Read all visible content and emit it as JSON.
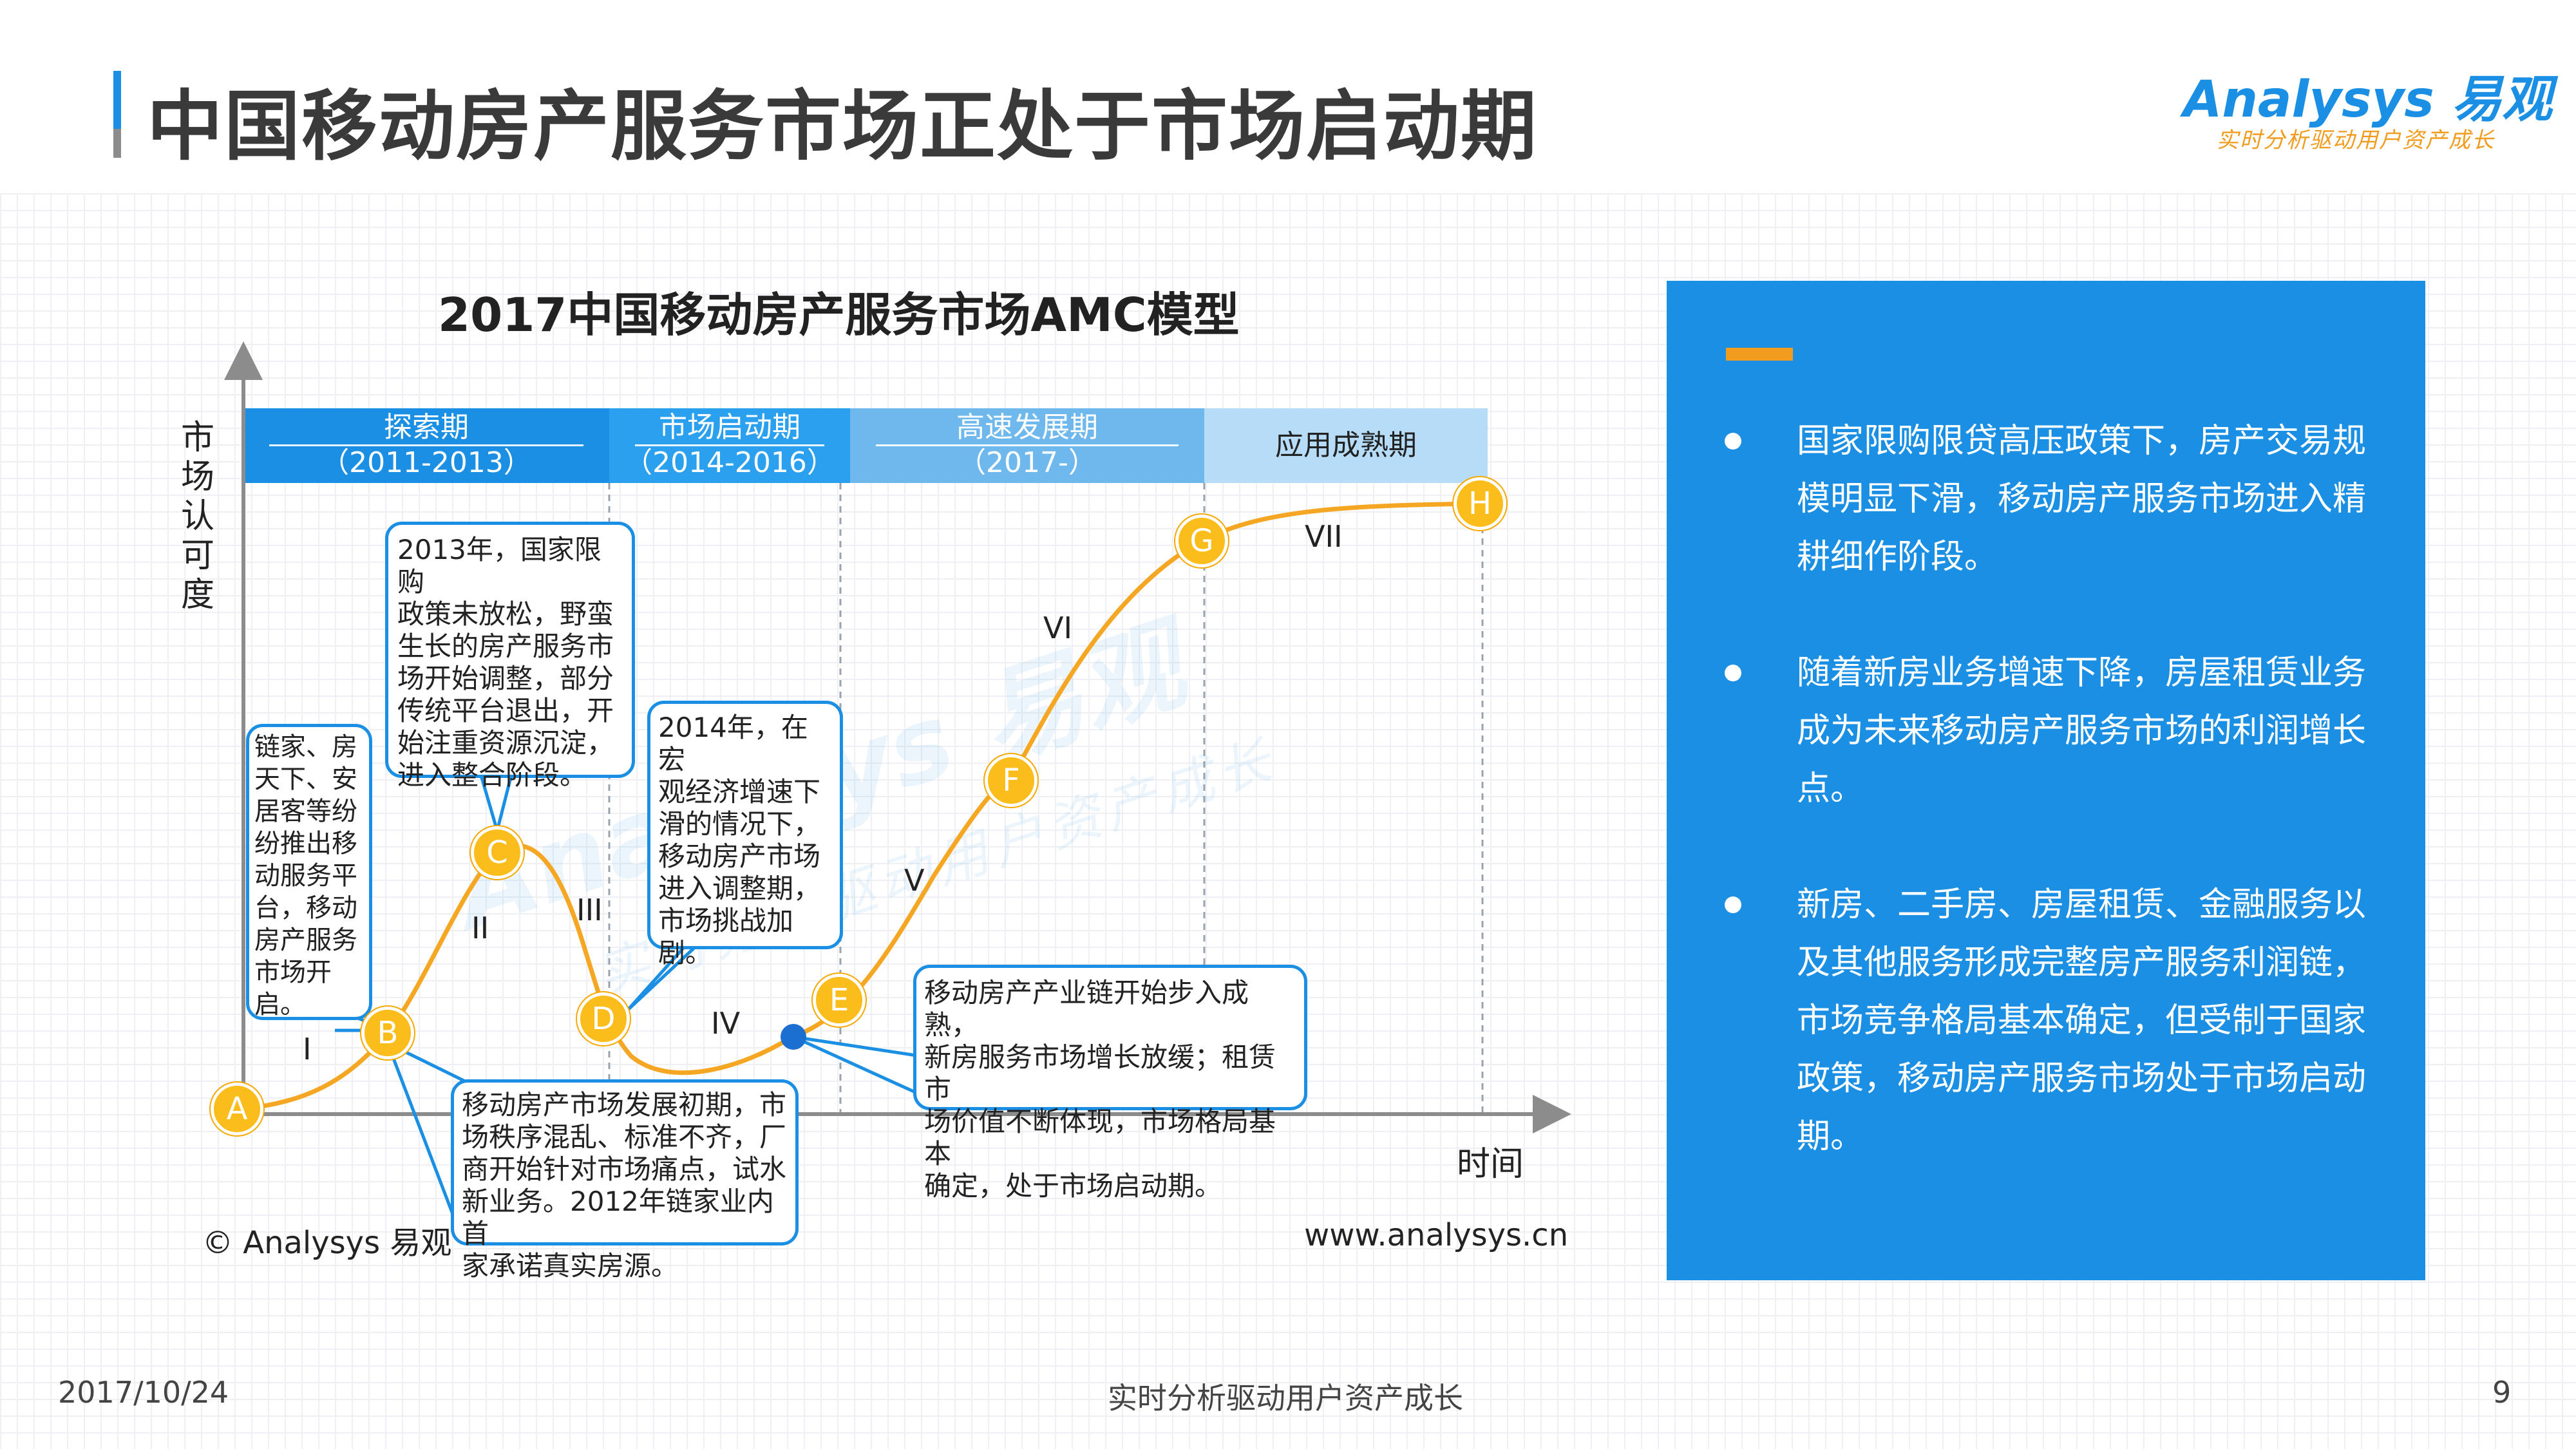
{
  "header": {
    "title": "中国移动房产服务市场正处于市场启动期",
    "logo_main": "Analysys 易观",
    "logo_sub": "实时分析驱动用户资产成长"
  },
  "diagram": {
    "title": "2017中国移动房产服务市场AMC模型",
    "y_axis_label": "市场认可度",
    "x_axis_label": "时间",
    "phases": [
      {
        "name": "探索期",
        "years": "（2011-2013）",
        "color": "#1a8fe3"
      },
      {
        "name": "市场启动期",
        "years": "（2014-2016）",
        "color": "#2aa0ef"
      },
      {
        "name": "高速发展期",
        "years": "（2017-）",
        "color": "#6fb8ee"
      },
      {
        "name": "应用成熟期",
        "years": "",
        "color": "#b6dcf7"
      }
    ],
    "points": [
      "A",
      "B",
      "C",
      "D",
      "E",
      "F",
      "G",
      "H"
    ],
    "stages": [
      "I",
      "II",
      "III",
      "IV",
      "V",
      "VI",
      "VII"
    ],
    "callouts": {
      "b": "链家、房\n天下、安\n居客等纷\n纷推出移\n动服务平\n台，移动\n房产服务\n市场开\n启。",
      "c": "2013年，国家限购\n政策未放松，野蛮\n生长的房产服务市\n场开始调整，部分\n传统平台退出，开\n始注重资源沉淀，\n进入整合阶段。",
      "d": "2014年，在宏\n观经济增速下\n滑的情况下，\n移动房产市场\n进入调整期，\n市场挑战加\n剧。",
      "e": "移动房产产业链开始步入成熟，\n新房服务市场增长放缓；租赁市\n场价值不断体现，市场格局基本\n确定，处于市场启动期。",
      "a": "移动房产市场发展初期，市\n场秩序混乱、标准不齐，厂\n商开始针对市场痛点，试水\n新业务。2012年链家业内首\n家承诺真实房源。"
    },
    "copyright": "© Analysys 易观",
    "website": "www.analysys.cn",
    "curve_color": "#f5a623",
    "marker_color": "#1a6fd0"
  },
  "panel": {
    "bullets": [
      "国家限购限贷高压政策下，房产交易规模明显下滑，移动房产服务市场进入精耕细作阶段。",
      "随着新房业务增速下降，房屋租赁业务成为未来移动房产服务市场的利润增长点。",
      "新房、二手房、房屋租赁、金融服务以及其他服务形成完整房产服务利润链，市场竞争格局基本确定，但受制于国家政策，移动房产服务市场处于市场启动期。"
    ]
  },
  "footer": {
    "date": "2017/10/24",
    "slogan": "实时分析驱动用户资产成长",
    "page": "9"
  }
}
